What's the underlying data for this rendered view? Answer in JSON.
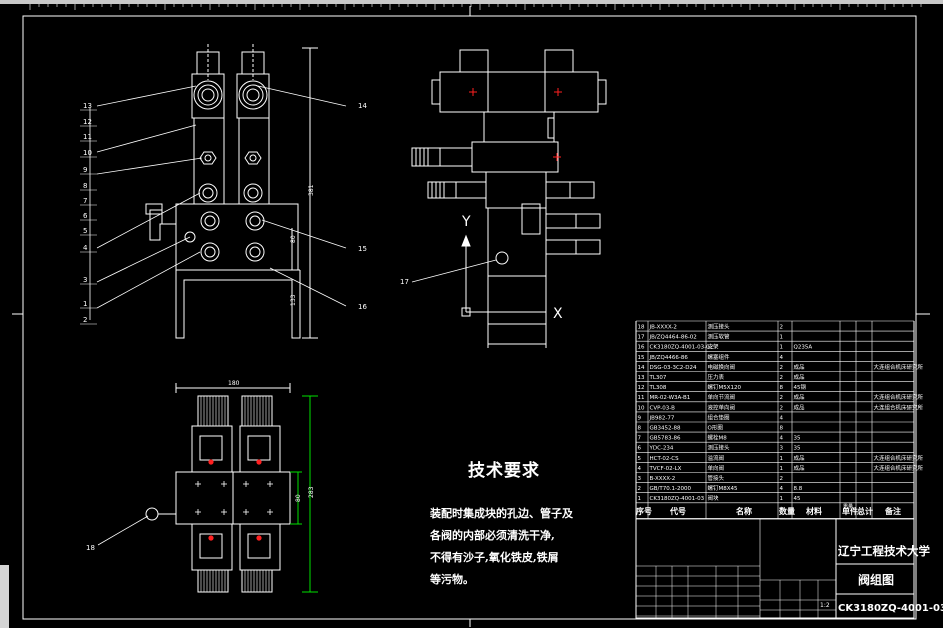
{
  "drawing": {
    "tech_title": "技术要求",
    "tech_lines": [
      "装配时集成块的孔边、管子及",
      "各阀的内部必须清洗干净,",
      "不得有沙子,氧化铁皮,铁屑",
      "等污物。"
    ],
    "callouts_front": [
      "13",
      "12",
      "11",
      "10",
      "9",
      "8",
      "7",
      "6",
      "5",
      "4",
      "3",
      "1",
      "2"
    ],
    "callouts_right": [
      "14",
      "15",
      "16"
    ],
    "callout_side": "17",
    "callout_bottom": "18",
    "axis_y": "Y",
    "axis_x": "X"
  },
  "title_block": {
    "school": "辽宁工程技术大学",
    "drawing_name": "阀组图",
    "drawing_code": "CK3180ZQ-4001-03",
    "col_seq": "序号",
    "col_code": "代号",
    "col_name": "名称",
    "col_qty": "数量",
    "col_material": "材料",
    "col_single": "单件",
    "col_total": "总计",
    "col_weight": "重量",
    "col_remark": "备注",
    "scale": "1:2"
  },
  "bom_rows": [
    {
      "no": "18",
      "code": "JB-XXXX-2",
      "name": "测压接头",
      "qty": "2",
      "mat": "",
      "remark": ""
    },
    {
      "no": "17",
      "code": "JB/ZQ4464-86-02",
      "name": "测压软管",
      "qty": "1",
      "mat": "",
      "remark": ""
    },
    {
      "no": "16",
      "code": "CK3180ZQ-4001-03-02",
      "name": "支架",
      "qty": "1",
      "mat": "Q235A",
      "remark": ""
    },
    {
      "no": "15",
      "code": "JB/ZQ4466-86",
      "name": "螺塞组件",
      "qty": "4",
      "mat": "",
      "remark": ""
    },
    {
      "no": "14",
      "code": "DSG-03-3C2-D24",
      "name": "电磁换向阀",
      "qty": "2",
      "mat": "成品",
      "remark": "大连组合机床研究所"
    },
    {
      "no": "13",
      "code": "TL307",
      "name": "压力表",
      "qty": "2",
      "mat": "成品",
      "remark": ""
    },
    {
      "no": "12",
      "code": "TL308",
      "name": "螺钉M5X120",
      "qty": "8",
      "mat": "45钢",
      "remark": ""
    },
    {
      "no": "11",
      "code": "MR-02-W3A-B1",
      "name": "单向节流阀",
      "qty": "2",
      "mat": "成品",
      "remark": "大连组合机床研究所"
    },
    {
      "no": "10",
      "code": "CVP-03-B",
      "name": "液控单向阀",
      "qty": "2",
      "mat": "成品",
      "remark": "大连组合机床研究所"
    },
    {
      "no": "9",
      "code": "JB982-77",
      "name": "组合垫圈",
      "qty": "4",
      "mat": "",
      "remark": ""
    },
    {
      "no": "8",
      "code": "GB3452-88",
      "name": "O形圈",
      "qty": "8",
      "mat": "",
      "remark": ""
    },
    {
      "no": "7",
      "code": "GB5783-86",
      "name": "螺栓M8",
      "qty": "4",
      "mat": "35",
      "remark": ""
    },
    {
      "no": "6",
      "code": "YDC-234",
      "name": "测压接头",
      "qty": "3",
      "mat": "35",
      "remark": ""
    },
    {
      "no": "5",
      "code": "HCT-02-CS",
      "name": "溢流阀",
      "qty": "1",
      "mat": "成品",
      "remark": "大连组合机床研究所"
    },
    {
      "no": "4",
      "code": "TVCF-02-LX",
      "name": "单向阀",
      "qty": "1",
      "mat": "成品",
      "remark": "大连组合机床研究所"
    },
    {
      "no": "3",
      "code": "B-XXXX-2",
      "name": "管接头",
      "qty": "2",
      "mat": "",
      "remark": ""
    },
    {
      "no": "2",
      "code": "GB/T70.1-2000",
      "name": "螺钉M8X45",
      "qty": "4",
      "mat": "8.8",
      "remark": ""
    },
    {
      "no": "1",
      "code": "CK3180ZQ-4001-03",
      "name": "阀块",
      "qty": "1",
      "mat": "45",
      "remark": ""
    }
  ],
  "colors": {
    "background": "#000000",
    "line": "#ffffff",
    "center_mark": "#ff2020",
    "green_dim": "#00e000",
    "frame": "#ffffff"
  }
}
